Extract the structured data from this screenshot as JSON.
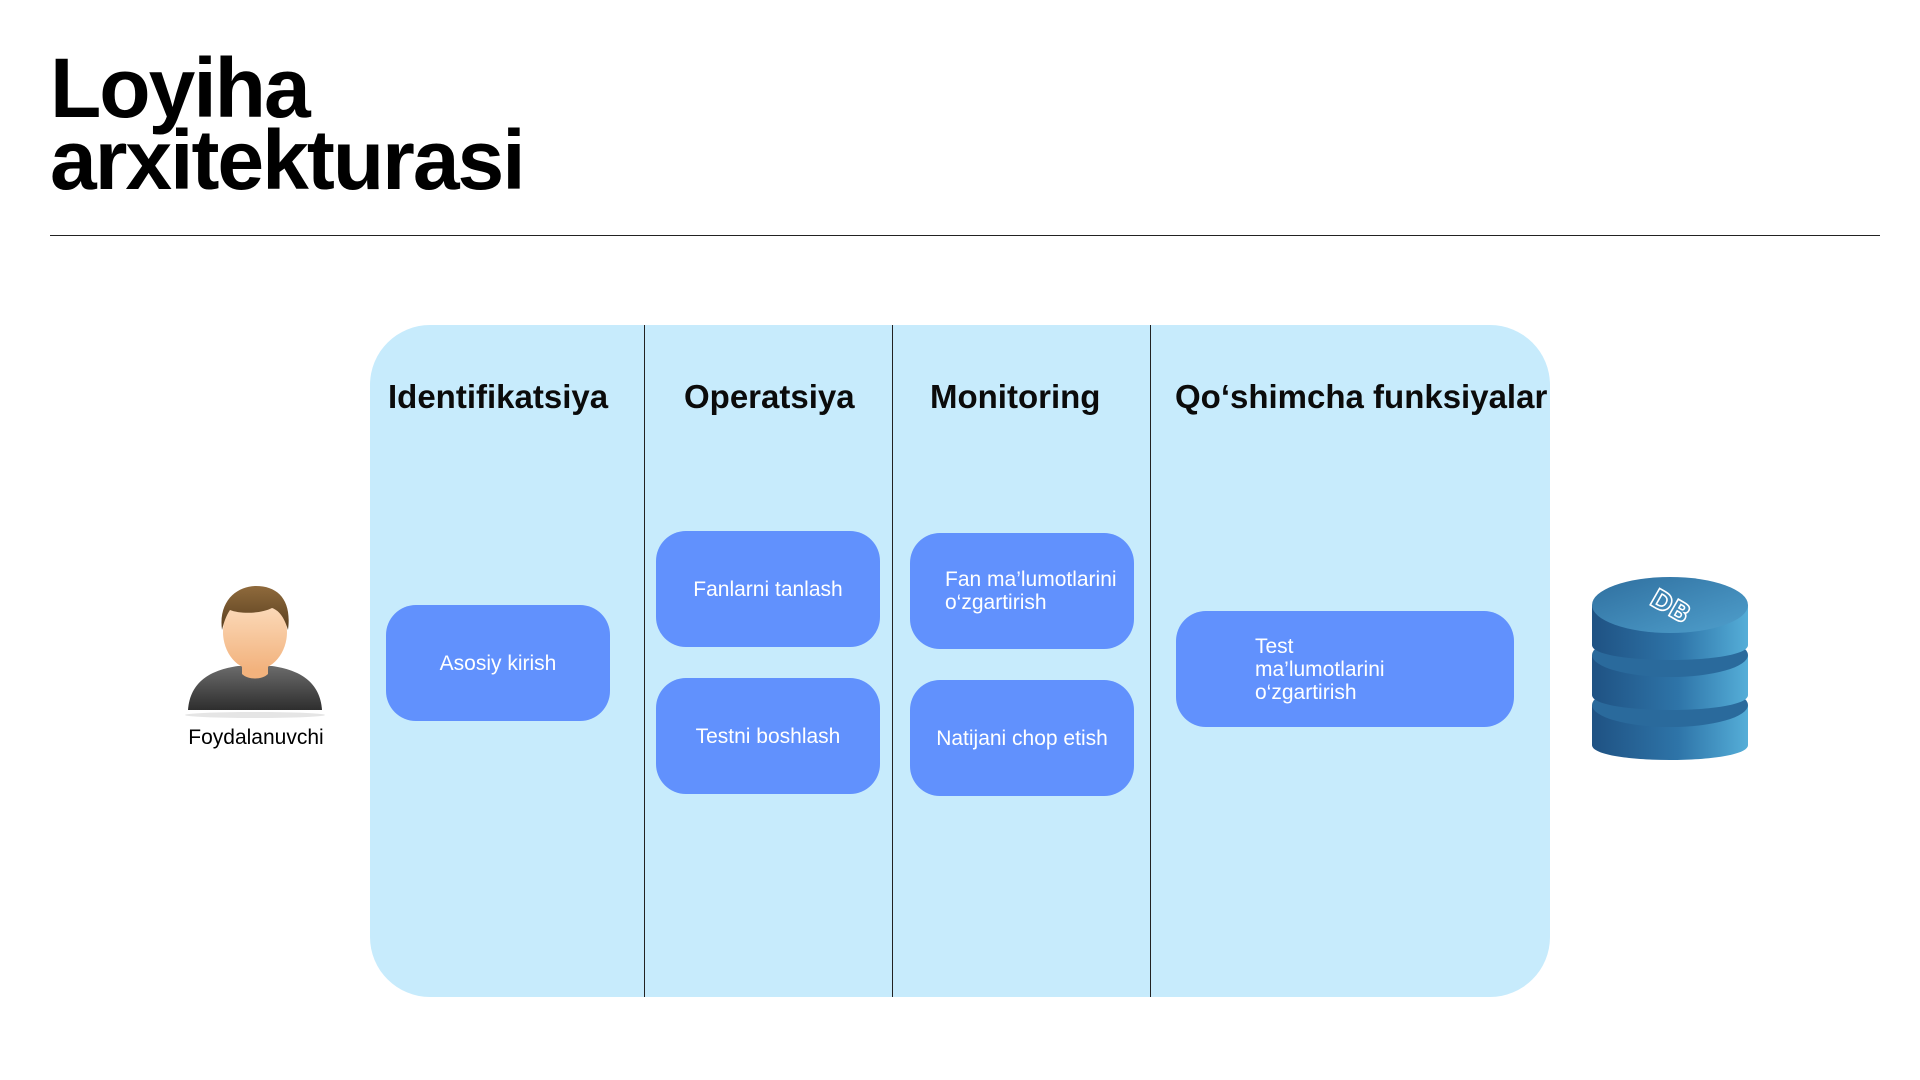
{
  "title": {
    "line1": "Loyiha",
    "line2": "arxitekturasi"
  },
  "actor": {
    "icon": "user-icon",
    "label": "Foydalanuvchi"
  },
  "columns": [
    {
      "title": "Identifikatsiya",
      "items": [
        "Asosiy kirish"
      ]
    },
    {
      "title": "Operatsiya",
      "items": [
        "Fanlarni tanlash",
        "Testni boshlash"
      ]
    },
    {
      "title": "Monitoring",
      "items": [
        "Fan ma’lumotlarini o‘zgartirish",
        "Natijani chop etish"
      ]
    },
    {
      "title": "Qo‘shimcha funksiyalar",
      "items": [
        "Test ma’lumotlarini o‘zgartirish"
      ]
    }
  ],
  "database": {
    "icon": "database-icon",
    "label": "DB"
  },
  "colors": {
    "panel": "#c7ebfc",
    "box": "#6191fd",
    "db_top": "#3f8fc0",
    "db_side": "#2a6a9c"
  }
}
